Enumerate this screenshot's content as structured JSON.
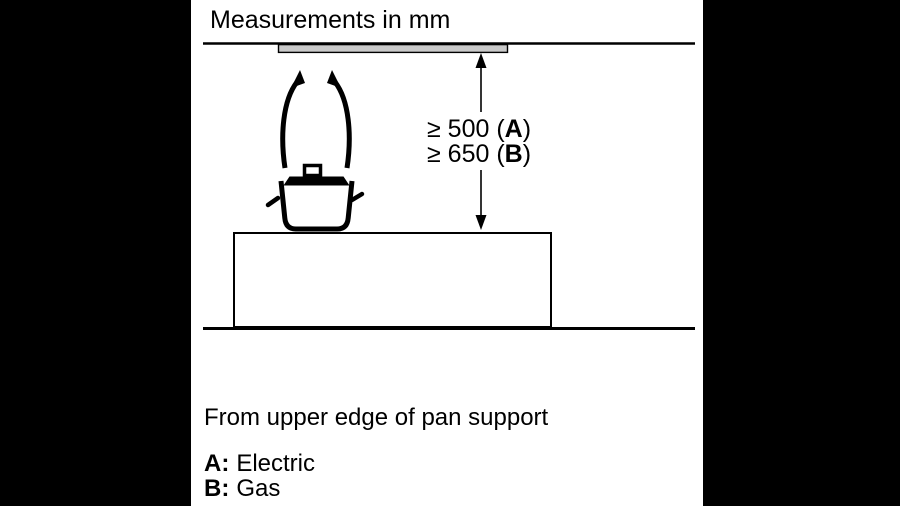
{
  "title": "Measurements in mm",
  "dimension": {
    "line1": {
      "prefix": "≥ 500 (",
      "key": "A",
      "suffix": ")"
    },
    "line2": {
      "prefix": "≥ 650 (",
      "key": "B",
      "suffix": ")"
    }
  },
  "note": "From upper edge of pan support",
  "legend": {
    "items": [
      {
        "key": "A:",
        "label": "Electric"
      },
      {
        "key": "B:",
        "label": "Gas"
      }
    ]
  },
  "icons": [
    "cooker-hood-icon",
    "steam-arrows-icon",
    "cooking-pot-icon",
    "dimension-arrow-icon"
  ],
  "colors": {
    "background": "#000000",
    "canvas": "#ffffff",
    "line": "#000000",
    "hood_fill": "#c9c9c9"
  }
}
